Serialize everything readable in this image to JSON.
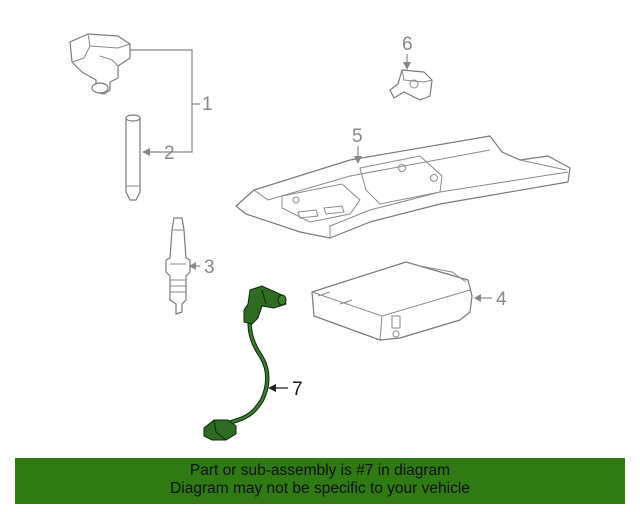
{
  "callouts": {
    "c1": "1",
    "c2": "2",
    "c3": "3",
    "c4": "4",
    "c5": "5",
    "c6": "6",
    "c7": "7"
  },
  "banner": {
    "line1": "Part or sub-assembly is #7 in diagram",
    "line2": "Diagram may not be specific to your vehicle"
  },
  "colors": {
    "highlight": "#2f7a13",
    "part_outline": "#7a7a7a",
    "selected_part": "#2e6b23"
  }
}
